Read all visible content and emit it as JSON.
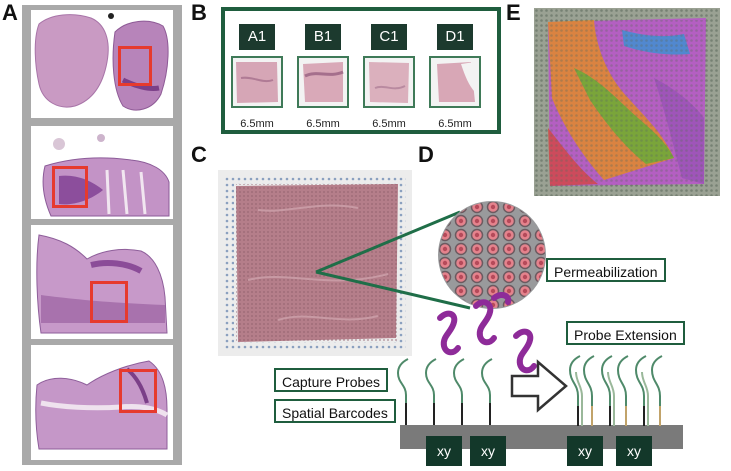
{
  "panel_labels": {
    "a": "A",
    "b": "B",
    "c": "C",
    "d": "D",
    "e": "E"
  },
  "chips": [
    {
      "label": "A1",
      "size": "6.5mm"
    },
    {
      "label": "B1",
      "size": "6.5mm"
    },
    {
      "label": "C1",
      "size": "6.5mm"
    },
    {
      "label": "D1",
      "size": "6.5mm"
    }
  ],
  "steps": {
    "permeabilization": "Permeabilization",
    "probe_extension": "Probe Extension",
    "capture_probes": "Capture Probes",
    "spatial_barcodes": "Spatial Barcodes"
  },
  "barcode_labels": [
    "xy",
    "xy",
    "xy",
    "xy"
  ],
  "colors": {
    "frame_green": "#1f5d3e",
    "label_dark": "#1c3a2e",
    "roi_red": "#e63a2e",
    "tissue_pink": "#c77ea0",
    "probe_purple": "#8e2b99",
    "strand_green": "#4f8a6a",
    "slide_gray": "#7a7a7a"
  }
}
